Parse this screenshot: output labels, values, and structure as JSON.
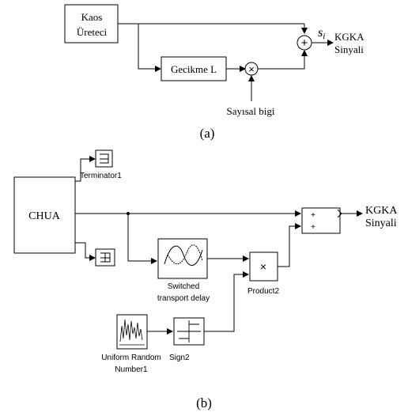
{
  "diagram_a": {
    "chaos_block_line1": "Kaos",
    "chaos_block_line2": "Üreteci",
    "delay_block": "Gecikme L",
    "sum_symbol": "+",
    "mult_symbol": "×",
    "output_symbol": "s",
    "output_subscript": "i",
    "output_line1": "KGKA",
    "output_line2": "Sinyali",
    "digital_input": "Sayısal bigi",
    "caption": "(a)"
  },
  "diagram_b": {
    "chua_label": "CHUA",
    "terminator1_label": "Terminator1",
    "delay_label_line1": "Switched",
    "delay_label_line2": "transport delay",
    "product_symbol": "×",
    "product_label": "Product2",
    "sum_plus_1": "+",
    "sum_plus_2": "+",
    "random_label_line1": "Uniform Random",
    "random_label_line2": "Number1",
    "sign_label": "Sign2",
    "output_line1": "KGKA",
    "output_line2": "Sinyali",
    "caption": "(b)"
  }
}
